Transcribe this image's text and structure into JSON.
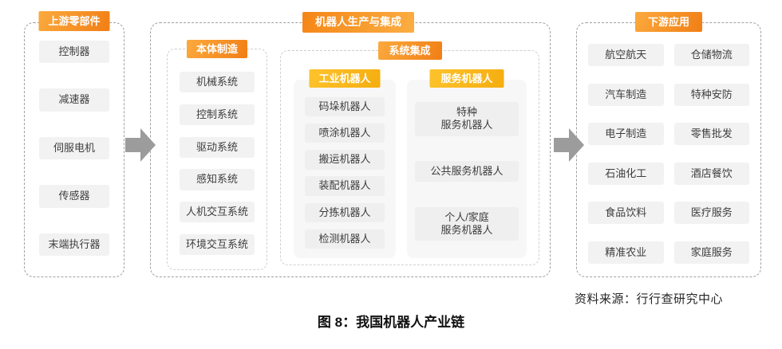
{
  "diagram": {
    "upstream": {
      "title": "上游零部件",
      "items": [
        "控制器",
        "减速器",
        "伺服电机",
        "传感器",
        "末端执行器"
      ]
    },
    "midstream": {
      "title": "机器人生产与集成",
      "body_manufacturing": {
        "title": "本体制造",
        "items": [
          "机械系统",
          "控制系统",
          "驱动系统",
          "感知系统",
          "人机交互系统",
          "环境交互系统"
        ]
      },
      "system_integration": {
        "title": "系统集成",
        "industrial_robots": {
          "title": "工业机器人",
          "items": [
            "码垛机器人",
            "喷涂机器人",
            "搬运机器人",
            "装配机器人",
            "分拣机器人",
            "检测机器人"
          ]
        },
        "service_robots": {
          "title": "服务机器人",
          "items": [
            "特种\n服务机器人",
            "公共服务机器人",
            "个人/家庭\n服务机器人"
          ]
        }
      }
    },
    "downstream": {
      "title": "下游应用",
      "items": [
        "航空航天",
        "仓储物流",
        "汽车制造",
        "特种安防",
        "电子制造",
        "零售批发",
        "石油化工",
        "酒店餐饮",
        "食品饮料",
        "医疗服务",
        "精准农业",
        "家庭服务"
      ]
    }
  },
  "source": "资料来源：行行查研究中心",
  "caption": "图 8：我国机器人产业链",
  "colors": {
    "header_orange_from": "#fbaa3e",
    "header_orange_to": "#f17e15",
    "header_amber_from": "#fdc32c",
    "header_amber_to": "#f5ad10",
    "item_bg": "#f2f2f2",
    "column_bg": "#f7f7f7",
    "dashed_border": "#9f9f9f",
    "arrow_gray": "#9c9c9c",
    "text_dark": "#3d3d3d"
  }
}
